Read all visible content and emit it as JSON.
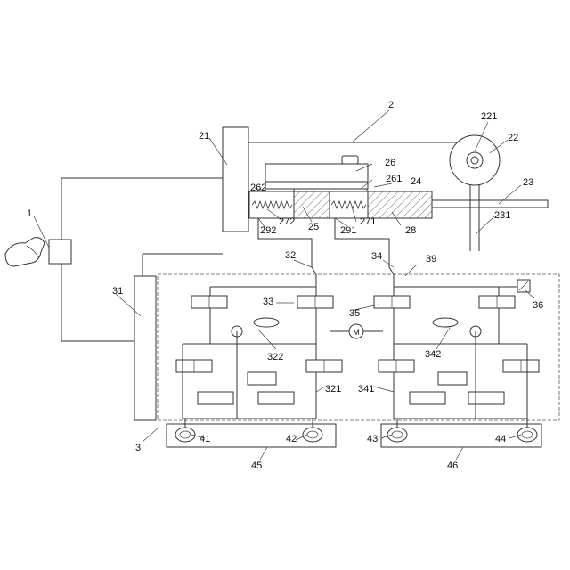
{
  "labels": {
    "l1": "1",
    "l2": "2",
    "l3": "3",
    "l21": "21",
    "l22": "22",
    "l221": "221",
    "l23": "23",
    "l231": "231",
    "l24": "24",
    "l25": "25",
    "l26": "26",
    "l261": "261",
    "l262": "262",
    "l271": "271",
    "l272": "272",
    "l28": "28",
    "l291": "291",
    "l292": "292",
    "l31": "31",
    "l32": "32",
    "l321": "321",
    "l322": "322",
    "l33": "33",
    "l34": "34",
    "l341": "341",
    "l342": "342",
    "l35": "35",
    "l36": "36",
    "l39": "39",
    "l41": "41",
    "l42": "42",
    "l43": "43",
    "l44": "44",
    "l45": "45",
    "l46": "46"
  },
  "motor_symbol": "M"
}
